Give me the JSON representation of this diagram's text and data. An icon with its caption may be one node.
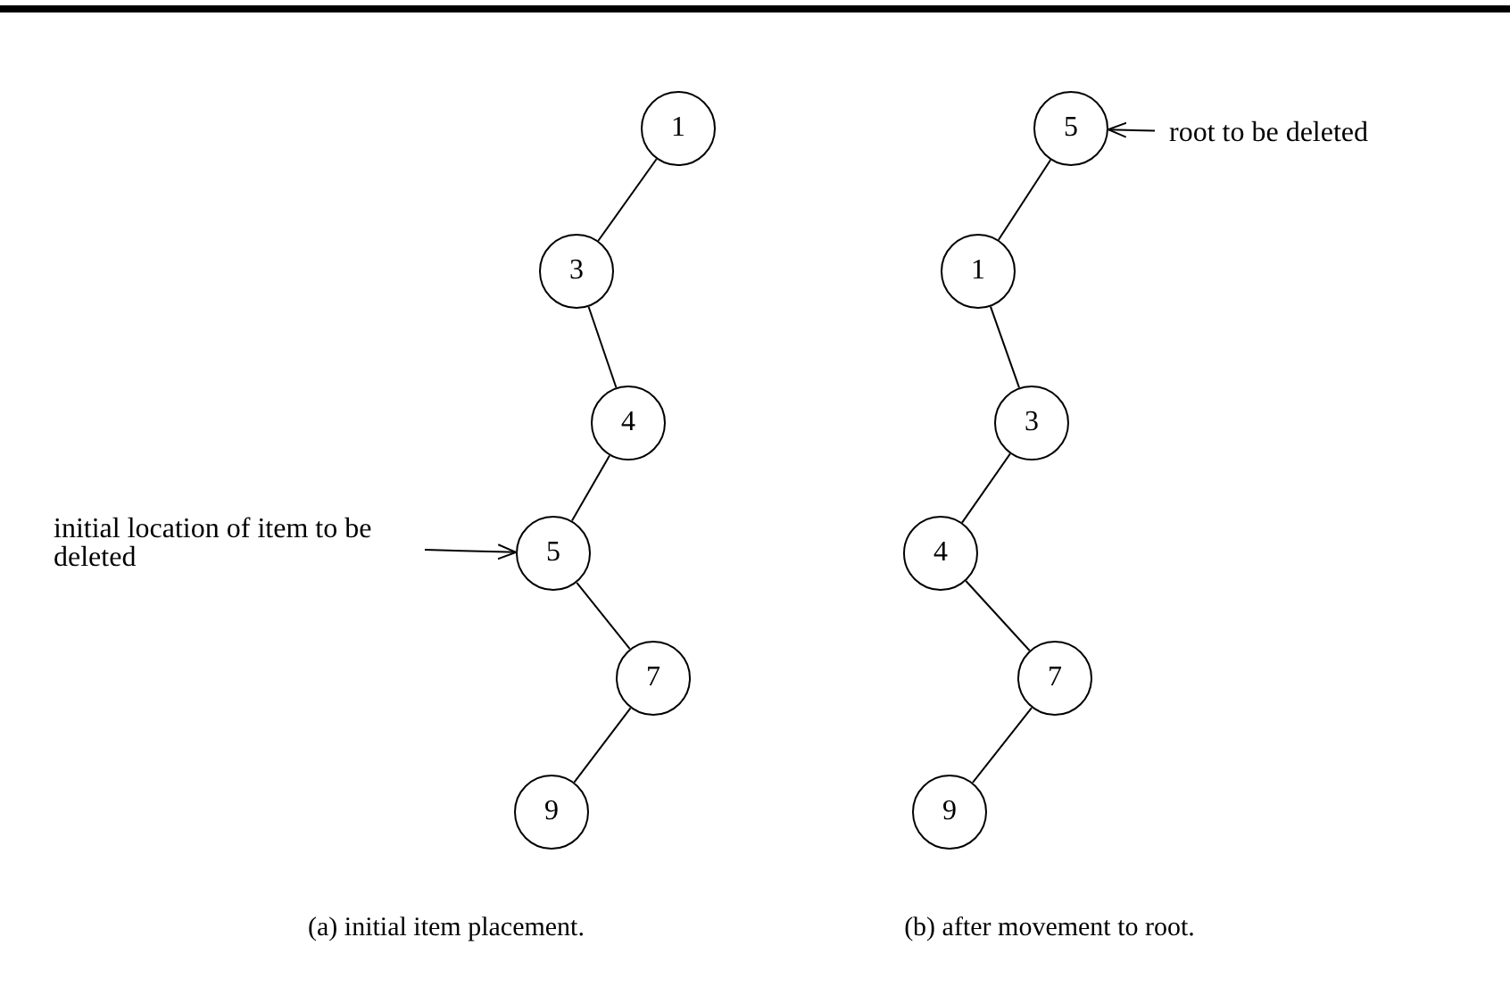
{
  "diagram": {
    "nodes": [
      {
        "text": [
          "1"
        ]
      },
      {
        "text": [
          "3"
        ]
      },
      {
        "text": [
          "4"
        ]
      },
      {
        "text": [
          "5"
        ]
      },
      {
        "text": [
          "7"
        ]
      },
      {
        "text": [
          "9"
        ]
      },
      {
        "text": [
          "initial location of item to be deleted"
        ]
      },
      {
        "text": [
          "5"
        ]
      },
      {
        "text": [
          "1"
        ]
      },
      {
        "text": [
          "3"
        ]
      },
      {
        "text": [
          "4"
        ]
      },
      {
        "text": [
          "7"
        ]
      },
      {
        "text": [
          "9"
        ]
      },
      {
        "text": [
          "root to be deleted"
        ]
      }
    ],
    "edges": [
      {
        "from": 0,
        "to": 1,
        "arrow": "none"
      },
      {
        "from": 1,
        "to": 2,
        "arrow": "none"
      },
      {
        "from": 2,
        "to": 3,
        "arrow": "none"
      },
      {
        "from": 3,
        "to": 4,
        "arrow": "none"
      },
      {
        "from": 4,
        "to": 5,
        "arrow": "none"
      },
      {
        "from": 6,
        "to": 3,
        "arrow": "to"
      },
      {
        "from": 7,
        "to": 8,
        "arrow": "none"
      },
      {
        "from": 8,
        "to": 9,
        "arrow": "none"
      },
      {
        "from": 9,
        "to": 10,
        "arrow": "none"
      },
      {
        "from": 10,
        "to": 11,
        "arrow": "none"
      },
      {
        "from": 11,
        "to": 12,
        "arrow": "none"
      },
      {
        "from": 13,
        "to": 7,
        "arrow": "to"
      }
    ],
    "labels": [
      "(a) initial item placement.",
      "(b) after movement to root."
    ]
  }
}
